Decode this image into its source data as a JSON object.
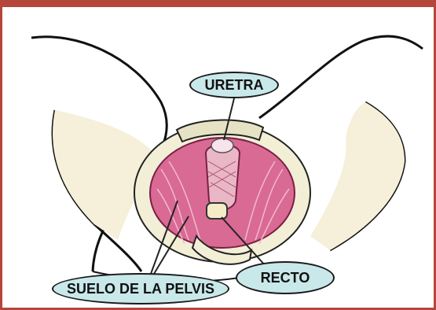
{
  "labels": {
    "uretra": "URETRA",
    "suelo": "SUELO DE LA PELVIS",
    "recto": "RECTO"
  },
  "colors": {
    "frame": "#b5463a",
    "label_fill": "#c9e8ea",
    "muscle": "#d96a93",
    "bone": "#f2efd6",
    "skin_outline": "#111111"
  },
  "icons": {
    "pelvis_illustration": "pelvic-floor-illustration"
  }
}
